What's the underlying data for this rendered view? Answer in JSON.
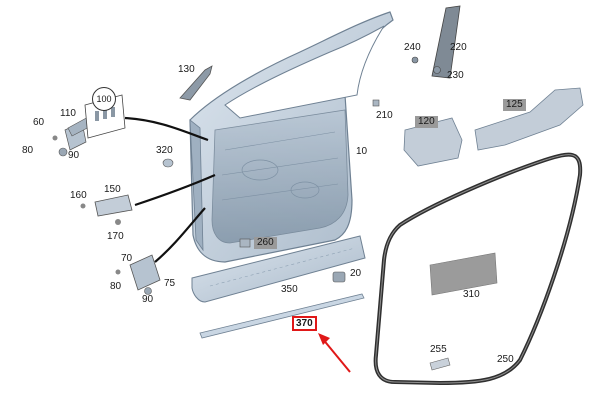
{
  "diagram": {
    "labels": {
      "l10": "10",
      "l20": "20",
      "l60": "60",
      "l70": "70",
      "l75": "75",
      "l80a": "80",
      "l80b": "80",
      "l90a": "90",
      "l90b": "90",
      "l100": "100",
      "l110": "110",
      "l120": "120",
      "l125": "125",
      "l130": "130",
      "l150": "150",
      "l160": "160",
      "l170": "170",
      "l210": "210",
      "l220": "220",
      "l230": "230",
      "l240": "240",
      "l250": "250",
      "l255": "255",
      "l260": "260",
      "l310": "310",
      "l320": "320",
      "l350": "350",
      "l370": "370"
    },
    "colors": {
      "door_fill": "#c9d6e3",
      "door_edge": "#6f8193",
      "seal": "#2f2f2f",
      "leader": "#111111",
      "highlight": "#e01818",
      "tag_shade": "#9a9a9a"
    },
    "highlighted_part": "370"
  }
}
